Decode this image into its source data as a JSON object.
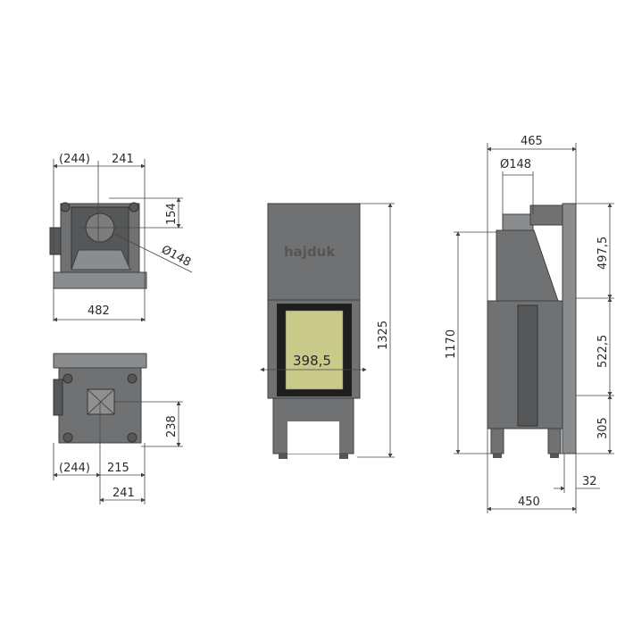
{
  "drawing": {
    "logo_text": "hajduk",
    "colors": {
      "body": "#6f7173",
      "glass": "#c9c98a",
      "lines": "#444444"
    },
    "top_view": {
      "dim_left": "(244)",
      "dim_right": "241",
      "dim_flue_offset": "154",
      "dim_flue_diameter": "Ø148",
      "dim_width": "482"
    },
    "bottom_view": {
      "dim_depth": "238",
      "dim_left": "(244)",
      "dim_mid": "215",
      "dim_bottom": "241"
    },
    "front_view": {
      "dim_glass_width": "398,5",
      "dim_height": "1325"
    },
    "side_view": {
      "dim_total_depth": "465",
      "dim_flue_diameter": "Ø148",
      "dim_upper": "497,5",
      "dim_middle": "522,5",
      "dim_lower": "305",
      "dim_body_height": "1170",
      "dim_offset": "32",
      "dim_depth": "450"
    }
  }
}
